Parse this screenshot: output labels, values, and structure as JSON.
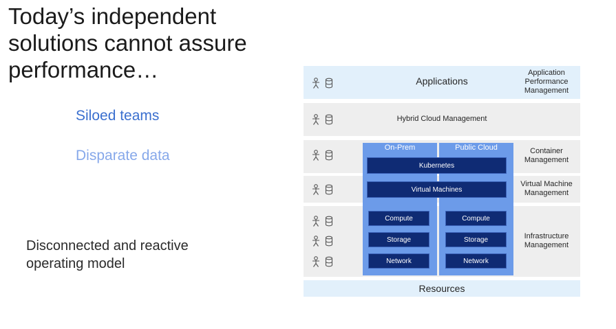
{
  "headline": "Today’s independent solutions cannot assure performance…",
  "points": {
    "siloed": "Siloed teams",
    "disparate": "Disparate data",
    "disconnected": "Disconnected and reactive operating model"
  },
  "stack": {
    "applications": "Applications",
    "hybrid_cloud": "Hybrid Cloud Management",
    "resources": "Resources",
    "columns": {
      "on_prem": "On-Prem",
      "public_cloud": "Public Cloud"
    },
    "kubernetes": "Kubernetes",
    "virtual_machines": "Virtual Machines",
    "on_prem_boxes": [
      "Compute",
      "Storage",
      "Network"
    ],
    "public_boxes": [
      "Compute",
      "Storage",
      "Network"
    ]
  },
  "side_labels": {
    "apm": "Application Performance Management",
    "container": "Container Management",
    "vm": "Virtual Machine Management",
    "infra": "Infrastructure Management"
  },
  "row_icons": [
    "person-icon",
    "database-icon"
  ],
  "colors": {
    "band_light": "#e2f0fb",
    "band_grey": "#eeeeee",
    "column_blue": "#6c9be9",
    "box_navy": "#0f2b74",
    "siloed_blue": "#3a6fcf",
    "disparate_blue": "#86a8ea"
  }
}
